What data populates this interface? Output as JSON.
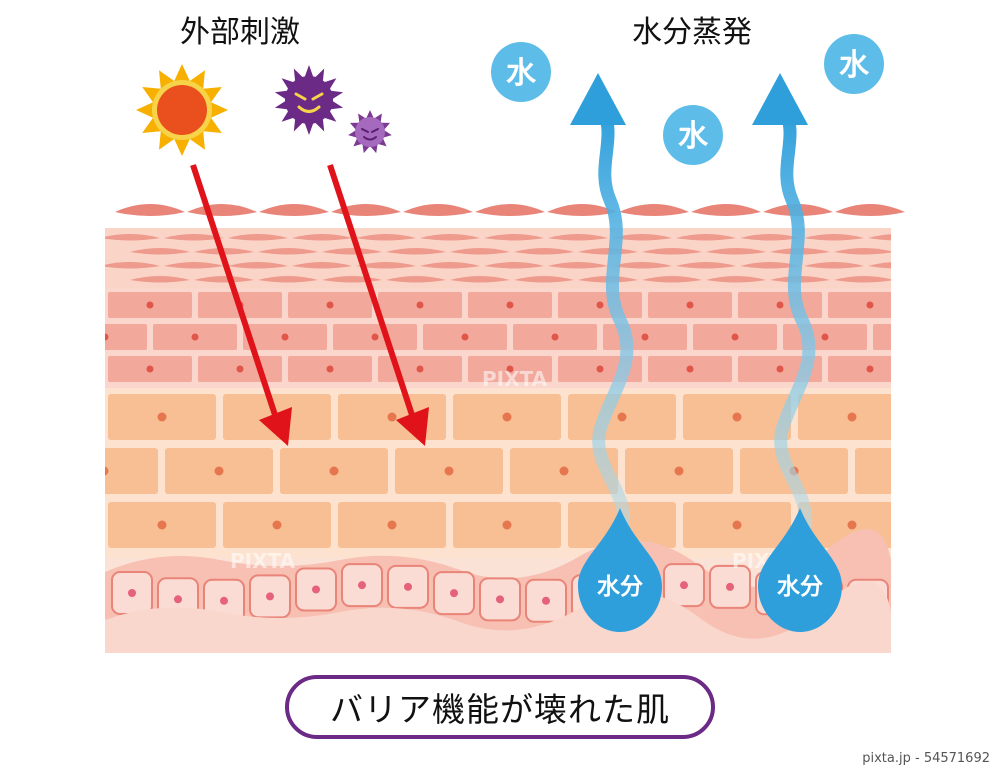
{
  "labels": {
    "external_stimulus": "外部刺激",
    "evaporation": "水分蒸発",
    "water_char": "水",
    "moisture": "水分",
    "caption": "バリア機能が壊れた肌"
  },
  "watermark": "PIXTA",
  "credit": "pixta.jp - 54571692",
  "icons": [
    "sun-icon",
    "germ-icon",
    "small-germ-icon",
    "arrow-icon",
    "water-drop-icon"
  ],
  "colors": {
    "arrow_red": "#e0131a",
    "water_blue": "#3aa9e0",
    "water_light": "#5ebde8",
    "skin_pink": "#f4b3a4",
    "skin_peach": "#f8c79f",
    "caption_border": "#6b2a86",
    "sun_orange": "#e9501e",
    "sun_yellow": "#f7b000",
    "germ_purple": "#6b2a86"
  }
}
